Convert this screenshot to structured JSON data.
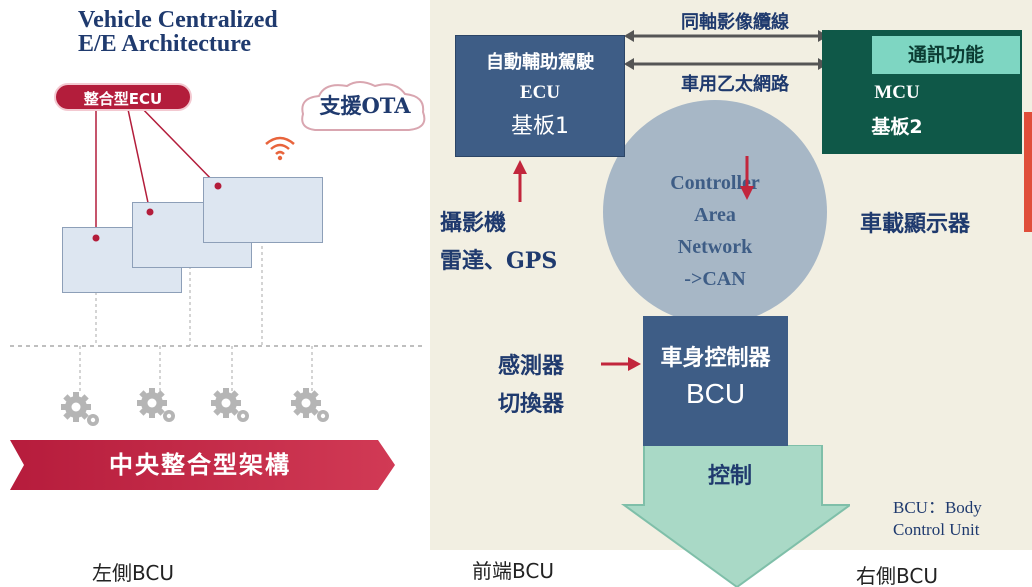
{
  "left": {
    "title_line1": "Vehicle Centralized",
    "title_line2": "E/E  Architecture",
    "ecu_pill": "整合型ECU",
    "ota": "支援OTA",
    "banner": "中央整合型架構"
  },
  "right": {
    "link_top": "同軸影像纜線",
    "link_bottom": "車用乙太網路",
    "adas_line1": "自動輔助駕駛",
    "adas_line2": "ECU",
    "adas_line3": "基板1",
    "comm_label": "通訊功能",
    "mcu_line1": "MCU",
    "mcu_line2": "基板2",
    "camera_line1": "攝影機",
    "camera_line2": "雷達、GPS",
    "display": "車載顯示器",
    "can_line1": "Controller",
    "can_line2": "Area",
    "can_line3": "Network",
    "can_line4": "->CAN",
    "sensor_line1": "感測器",
    "sensor_line2": "切換器",
    "bcu_line1": "車身控制器",
    "bcu_line2": "BCU",
    "control": "控制",
    "note_line1": "BCU：Body",
    "note_line2": "Control Unit"
  },
  "footer": {
    "left": "左側BCU",
    "front": "前端BCU",
    "right": "右側BCU"
  },
  "colors": {
    "navy_block": "#3e5d86",
    "dark_green_block": "#0f5848",
    "teal_label": "#7ed6c2",
    "red_accent": "#b31d3b",
    "circle_gray": "#a7b7c6",
    "arrow_fill": "#a9d9c6",
    "panel_bg": "#f2efe2"
  }
}
